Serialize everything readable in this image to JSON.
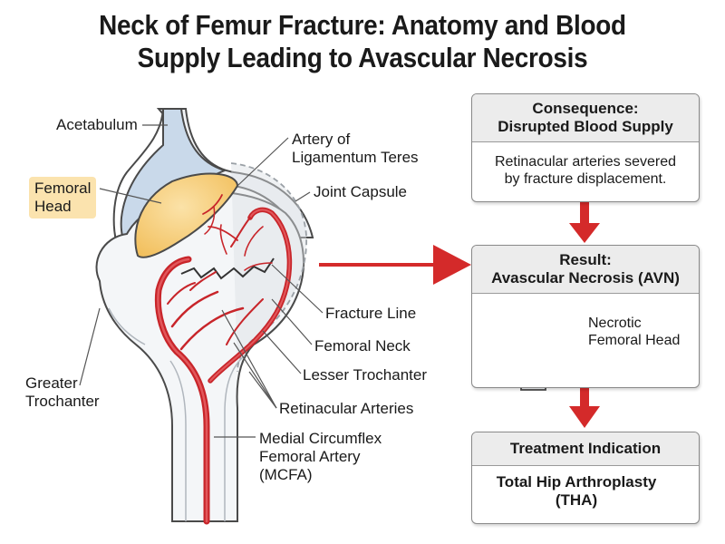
{
  "title": {
    "line1": "Neck of Femur Fracture: Anatomy and Blood",
    "line2": "Supply Leading to Avascular Necrosis"
  },
  "labels": {
    "acetabulum": "Acetabulum",
    "femoral_head": [
      "Femoral",
      "Head"
    ],
    "artery_lig_teres": [
      "Artery of",
      "Ligamentum Teres"
    ],
    "joint_capsule": "Joint Capsule",
    "fracture_line": "Fracture Line",
    "femoral_neck": "Femoral Neck",
    "lesser_trochanter": "Lesser Trochanter",
    "retinacular_arteries": "Retinacular Arteries",
    "greater_trochanter": [
      "Greater",
      "Trochanter"
    ],
    "mcfa": [
      "Medial Circumflex",
      "Femoral Artery",
      "(MCFA)"
    ]
  },
  "boxes": {
    "consequence": {
      "title": [
        "Consequence:",
        "Disrupted Blood Supply"
      ],
      "body": [
        "Retinacular arteries severed",
        "by fracture displacement."
      ]
    },
    "result": {
      "title": [
        "Result:",
        "Avascular Necrosis (AVN)"
      ],
      "body": [
        "Necrotic",
        "Femoral Head"
      ]
    },
    "treatment": {
      "title": "Treatment Indication",
      "body": [
        "Total Hip Arthroplasty",
        "(THA)"
      ]
    }
  },
  "colors": {
    "artery_red": "#c8252a",
    "bone_fill": "#f4f6f8",
    "cartilage_blue": "#c9d9ea",
    "femoral_head_yellow": "#f8cf7a",
    "arrow_red": "#d42a2a",
    "box_header_gray": "#ececec"
  }
}
